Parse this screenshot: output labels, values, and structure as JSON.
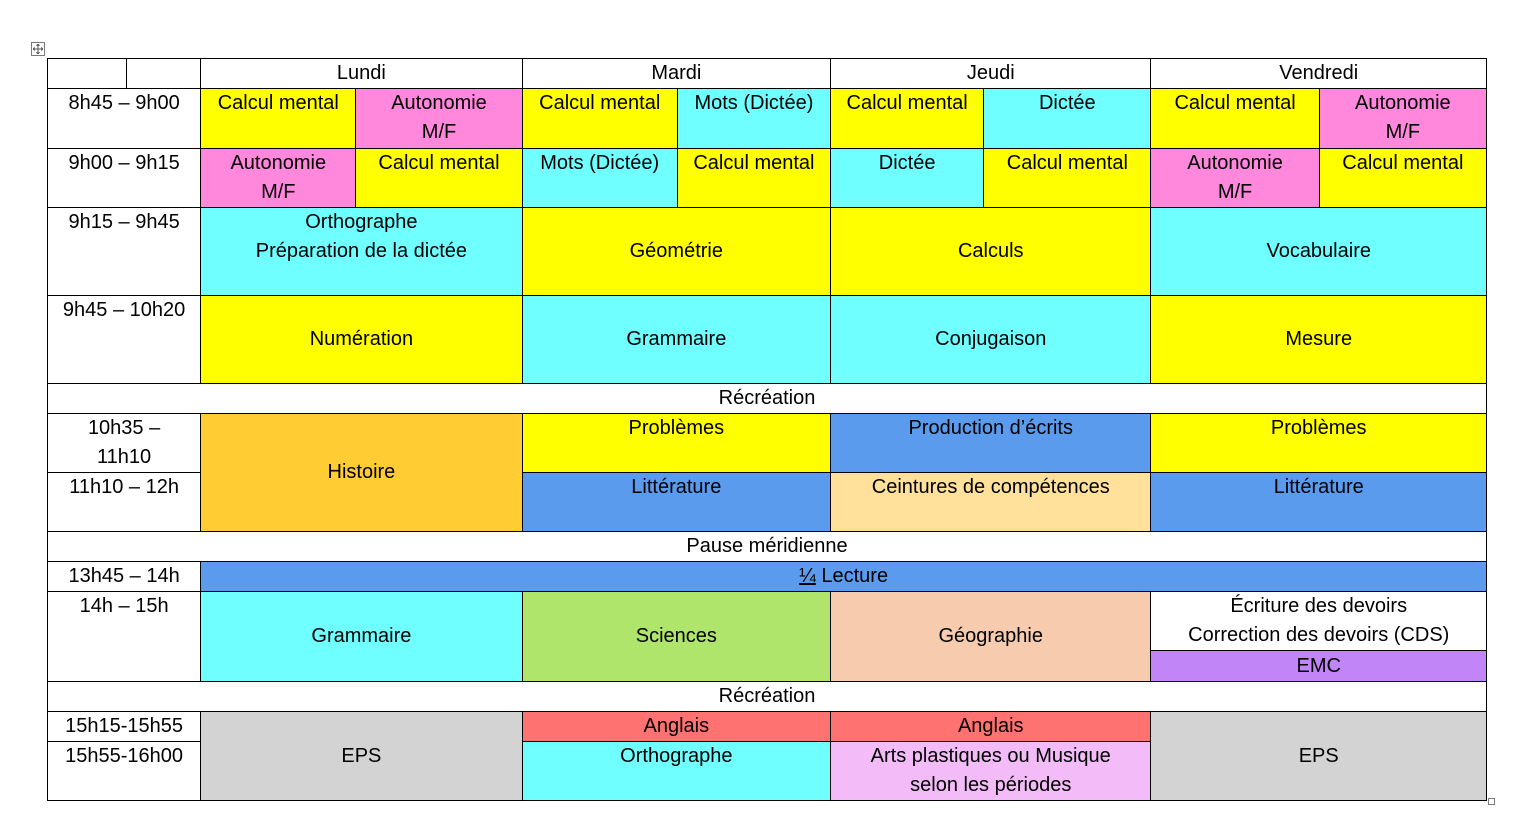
{
  "days": [
    "Lundi",
    "Mardi",
    "Jeudi",
    "Vendredi"
  ],
  "times": [
    "8h45 – 9h00",
    "9h00 – 9h15",
    "9h15 – 9h45",
    "9h45 – 10h20",
    "10h35 –\n11h10",
    "11h10 – 12h",
    "13h45 – 14h",
    "14h – 15h",
    "15h15-15h55",
    "15h55-16h00"
  ],
  "breaks": [
    "Récréation",
    "Pause méridienne",
    "Récréation"
  ],
  "r1": [
    "Calcul mental",
    "Autonomie\nM/F",
    "Calcul mental",
    "Mots (Dictée)",
    "Calcul mental",
    "Dictée",
    "Calcul mental",
    "Autonomie\nM/F"
  ],
  "r2": [
    "Autonomie\nM/F",
    "Calcul mental",
    "Mots (Dictée)",
    "Calcul mental",
    "Dictée",
    "Calcul mental",
    "Autonomie\nM/F",
    "Calcul mental"
  ],
  "r3": [
    "Orthographe\nPréparation de la dictée",
    "Géométrie",
    "Calculs",
    "Vocabulaire"
  ],
  "r4": [
    "Numération",
    "Grammaire",
    "Conjugaison",
    "Mesure"
  ],
  "r5": [
    "Histoire",
    "Problèmes",
    "Production d’écrits",
    "Problèmes"
  ],
  "r6": [
    "Littérature",
    "Ceintures de compétences",
    "Littérature"
  ],
  "r7": {
    "fraction": "¼",
    "label": " Lecture"
  },
  "r8": [
    "Grammaire",
    "Sciences",
    "Géographie",
    "Écriture des devoirs\nCorrection des devoirs (CDS)",
    "EMC"
  ],
  "r9": [
    "EPS",
    "Anglais",
    "Anglais",
    "EPS"
  ],
  "r10": [
    "Orthographe",
    "Arts plastiques ou Musique\nselon les périodes"
  ],
  "colors": {
    "yellow": "#ffff00",
    "pink": "#ff88dd",
    "cyan": "#70ffff",
    "orange": "#ffcc33",
    "blue": "#5b9bee",
    "peach": "#ffe19b",
    "green": "#aee56a",
    "salmon": "#f6cbae",
    "violet": "#c285f7",
    "red": "#ff7272",
    "lilac": "#f3bcf8",
    "grey": "#d3d3d3"
  }
}
